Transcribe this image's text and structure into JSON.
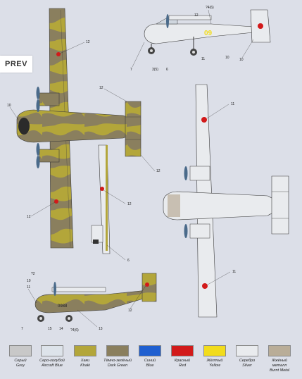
{
  "nav": {
    "prev_label": "PREV"
  },
  "callouts": {
    "top_side": [
      "?4(6)",
      "12",
      "7",
      "3(5)",
      "6",
      "11",
      "10",
      "10"
    ],
    "top_side_bort": "09",
    "camo_plan": [
      "12",
      "12",
      "10",
      "12",
      "12"
    ],
    "side_wing": [
      "12",
      "6"
    ],
    "silver_plan": [
      "11",
      "11"
    ],
    "bottom_side": [
      "?2",
      "10",
      "11",
      "7",
      "15",
      "14",
      "?4(6)",
      "13",
      "12"
    ],
    "bottom_side_bort": "0988"
  },
  "legend": [
    {
      "ru": "Серый",
      "en": "Grey",
      "color": "#c8c8c8"
    },
    {
      "ru": "Серо-голубой",
      "en": "Aircraft Blue",
      "color": "#dde3ea"
    },
    {
      "ru": "Хаки",
      "en": "Khaki",
      "color": "#b3a63a"
    },
    {
      "ru": "Тёмно-зелёный",
      "en": "Dark Green",
      "color": "#8a7f5e"
    },
    {
      "ru": "Синий",
      "en": "Blue",
      "color": "#1f5fd0"
    },
    {
      "ru": "Красный",
      "en": "Red",
      "color": "#d21a1a"
    },
    {
      "ru": "Жёлтый",
      "en": "Yellow",
      "color": "#f2dc1c"
    },
    {
      "ru": "Серебро",
      "en": "Silver",
      "color": "#e9ebee"
    },
    {
      "ru": "Жжёный металл",
      "en": "Burnt Metal",
      "color": "#b9ad98"
    }
  ],
  "colors": {
    "khaki": "#b3a63a",
    "camo_dark": "#8a7f5e",
    "star_red": "#d21a1a",
    "silver": "#e9ebee",
    "line": "#3a3a3a"
  }
}
